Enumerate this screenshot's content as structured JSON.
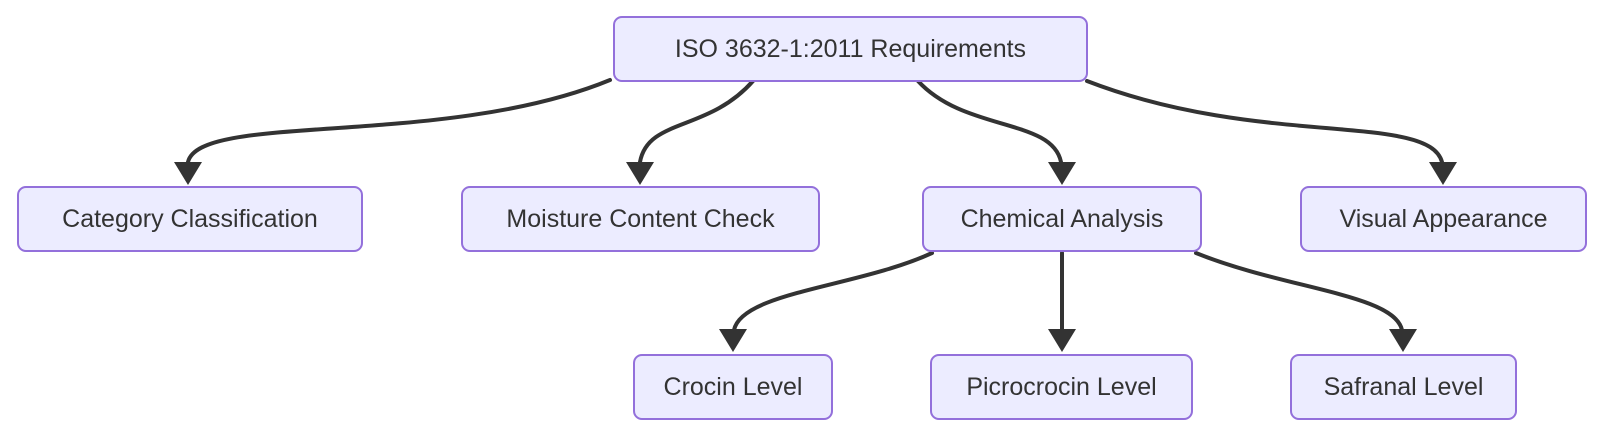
{
  "diagram": {
    "type": "flowchart",
    "direction": "top-down",
    "nodes": [
      {
        "id": "root",
        "label": "ISO 3632-1:2011 Requirements"
      },
      {
        "id": "category",
        "label": "Category Classification"
      },
      {
        "id": "moisture",
        "label": "Moisture Content Check"
      },
      {
        "id": "chemical",
        "label": "Chemical Analysis"
      },
      {
        "id": "visual",
        "label": "Visual Appearance"
      },
      {
        "id": "crocin",
        "label": "Crocin Level"
      },
      {
        "id": "picrocrocin",
        "label": "Picrocrocin Level"
      },
      {
        "id": "safranal",
        "label": "Safranal Level"
      }
    ],
    "edges": [
      {
        "from": "root",
        "to": "category"
      },
      {
        "from": "root",
        "to": "moisture"
      },
      {
        "from": "root",
        "to": "chemical"
      },
      {
        "from": "root",
        "to": "visual"
      },
      {
        "from": "chemical",
        "to": "crocin"
      },
      {
        "from": "chemical",
        "to": "picrocrocin"
      },
      {
        "from": "chemical",
        "to": "safranal"
      }
    ],
    "colors": {
      "node_fill": "#ECECFF",
      "node_border": "#9370DB",
      "edge": "#333333",
      "text": "#333333",
      "background": "#FFFFFF"
    }
  }
}
